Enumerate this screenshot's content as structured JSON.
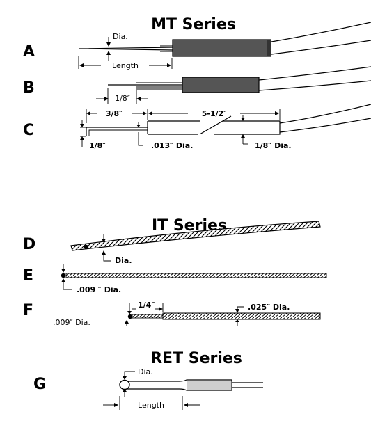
{
  "series": {
    "mt": "MT Series",
    "it": "IT Series",
    "ret": "RET Series"
  },
  "rows": {
    "a": {
      "letter": "A",
      "dia": "Dia.",
      "length": "Length"
    },
    "b": {
      "letter": "B",
      "offset": "1/8″"
    },
    "c": {
      "letter": "C",
      "bend": "3/8″",
      "body": "5-1/2″",
      "tip": "1/8″",
      "wire_dia": ".013″ Dia.",
      "body_dia": "1/8″ Dia."
    },
    "d": {
      "letter": "D",
      "dia": "Dia."
    },
    "e": {
      "letter": "E",
      "dia": ".009 ″ Dia."
    },
    "f": {
      "letter": "F",
      "offset": "1/4″",
      "tip_dia": ".009″ Dia.",
      "cable_dia": ".025″ Dia."
    },
    "g": {
      "letter": "G",
      "dia": "Dia.",
      "length": "Length"
    }
  }
}
